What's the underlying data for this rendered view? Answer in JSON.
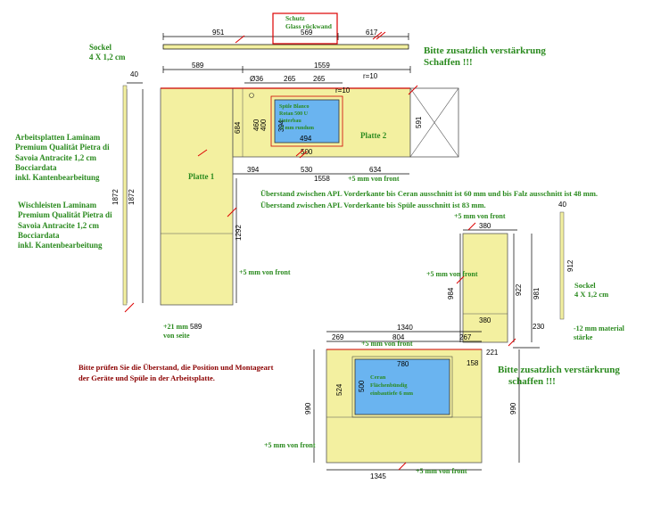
{
  "schutz": {
    "line1": "Schutz",
    "line2": "Glass rückwand"
  },
  "sockel_top": {
    "line1": "Sockel",
    "line2": "4 X 1,2 cm"
  },
  "sockel_right": {
    "line1": "Sockel",
    "line2": "4 X 1,2 cm"
  },
  "reinforce_top": {
    "line1": "Bitte zusatzlich verstärkrung",
    "line2": "Schaffen !!!"
  },
  "reinforce_bottom": {
    "line1": "Bitte zusatzlich verstärkrung",
    "line2": "schaffen  !!!"
  },
  "arbeitsplatten": [
    "Arbeitsplatten Laminam",
    "Premium Qualität Pietra di",
    "Savoia Antracite 1,2 cm",
    "Bocciardata",
    "inkl. Kantenbearbeitung"
  ],
  "wischleisten": [
    "Wischleisten Laminam",
    "Premium Qualität Pietra di",
    "Savoia Antracite 1,2 cm",
    "Bocciardata",
    "inkl. Kantenbearbeitung"
  ],
  "ueberstand": [
    "Überstand zwischen APL Vorderkante bis Ceran ausschnitt ist 60 mm und bis Falz ausschnitt ist 48 mm.",
    "Überstand zwischen APL Vorderkante bis Spüle ausschnitt ist 83 mm."
  ],
  "pruefen": [
    "Bitte prüfen Sie die Überstand, die Position und Montageart",
    "der Geräte und Spüle in der Arbeitsplatte."
  ],
  "material_staerke": {
    "line1": "-12 mm material",
    "line2": "stärke"
  },
  "front_notes": {
    "top_right": "+5 mm von front",
    "left_vertical": "+5 mm von front",
    "mid_top": "+5 mm von front",
    "mid_left": "+5 mm von front",
    "bottom_top": "+5 mm von front",
    "bottom_left": "+5 mm von front",
    "bottom_bottom": "+5 mm von front",
    "von_seite_1": "+21 mm",
    "von_seite_2": "von seite"
  },
  "platte_labels": {
    "p1": "Platte 1",
    "p2": "Platte 2"
  },
  "sink": {
    "line1": "Spüle Blanco",
    "line2": "Rotan 500 U",
    "line3": "Unterbau",
    "line4": "-3  mm rundum"
  },
  "ceran": {
    "line1": "Ceran",
    "line2": "Flächenbündig",
    "line3": "einbautiefe 6 mm"
  },
  "dims": {
    "d951": "951",
    "d569": "569",
    "d617": "617",
    "d589": "589",
    "d1559": "1559",
    "d40a": "40",
    "d40b": "40",
    "d36": "Ø36",
    "d265a": "265",
    "d265b": "265",
    "r10a": "r=10",
    "r10b": "r=10",
    "d684": "684",
    "d460": "460",
    "d400": "400",
    "d394v": "394",
    "d494": "494",
    "d500": "500",
    "d591": "591",
    "d394": "394",
    "d530": "530",
    "d634": "634",
    "d1558": "1558",
    "d1872a": "1872",
    "d1872b": "1872",
    "d1292": "1292",
    "d589b": "589",
    "d380a": "380",
    "d380b": "380",
    "d984": "984",
    "d922": "922",
    "d981": "981",
    "d912": "912",
    "d230": "230",
    "d1340": "1340",
    "d269": "269",
    "d804": "804",
    "d267": "267",
    "d221": "221",
    "d780": "780",
    "d524": "524",
    "d500b": "500",
    "d158": "158",
    "d990a": "990",
    "d990b": "990",
    "d1345": "1345"
  }
}
